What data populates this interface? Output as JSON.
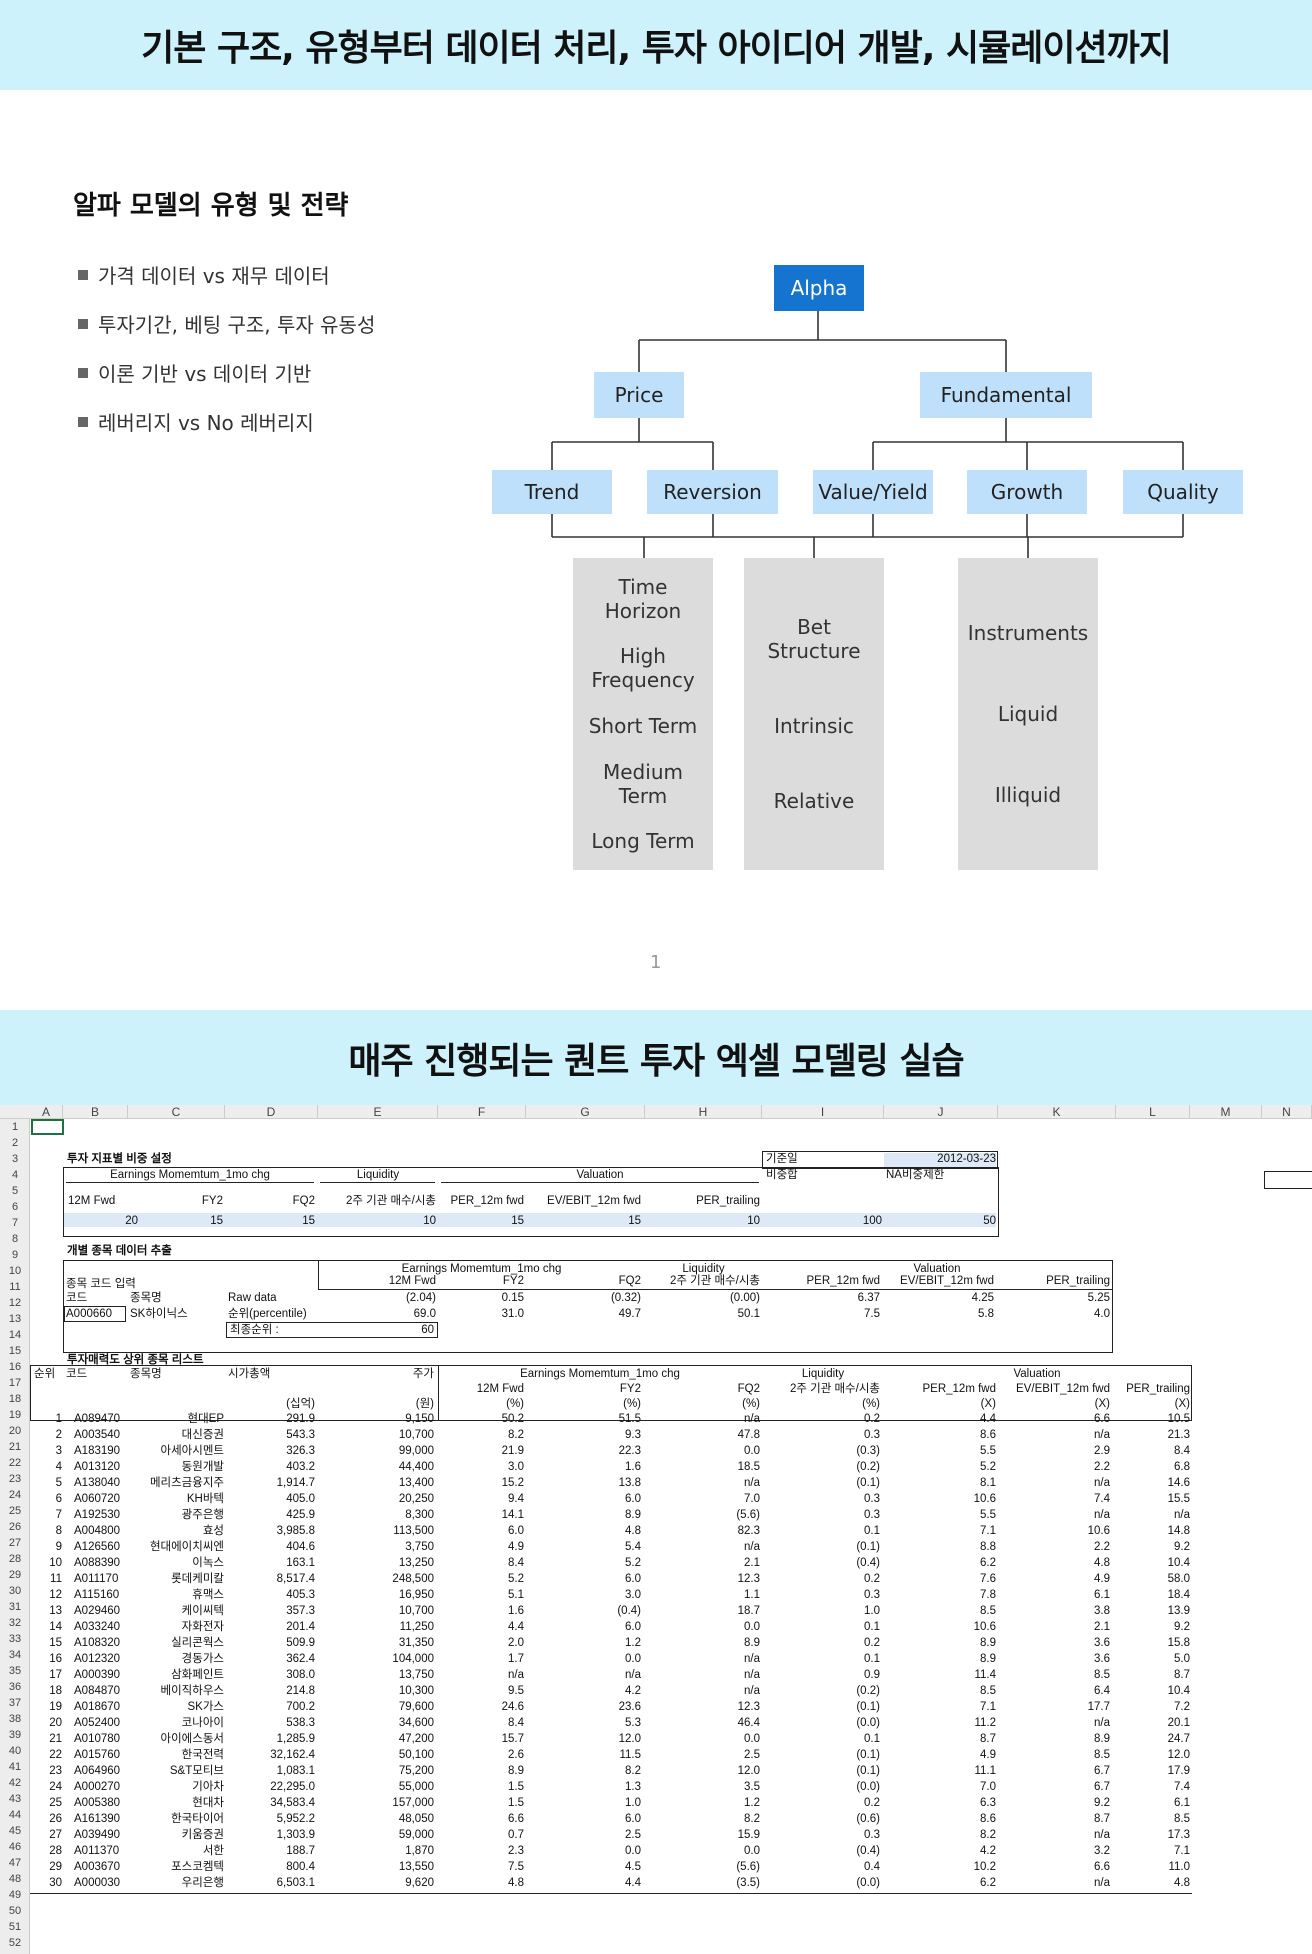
{
  "banner_top": "기본 구조, 유형부터 데이터 처리, 투자 아이디어 개발, 시뮬레이션까지",
  "banner_bottom": "매주 진행되는 퀀트 투자 엑셀 모델링 실습",
  "slide": {
    "title": "알파 모델의 유형 및 전략",
    "bullets": [
      "가격 데이터 vs 재무 데이터",
      "투자기간, 베팅 구조, 투자 유동성",
      "이론 기반 vs 데이터 기반",
      "레버리지  vs No 레버리지"
    ],
    "tree": {
      "root": "Alpha",
      "level1": [
        "Price",
        "Fundamental"
      ],
      "level2": [
        "Trend",
        "Reversion",
        "Value/Yield",
        "Growth",
        "Quality"
      ],
      "box1": [
        "Time Horizon",
        "High Frequency",
        "Short Term",
        "Medium Term",
        "Long Term"
      ],
      "box2": [
        "Bet Structure",
        "Intrinsic",
        "Relative"
      ],
      "box3": [
        "Instruments",
        "Liquid",
        "Illiquid"
      ]
    },
    "page_number": "1"
  },
  "sheet": {
    "columns": [
      "A",
      "B",
      "C",
      "D",
      "E",
      "F",
      "G",
      "H",
      "I",
      "J",
      "K",
      "L",
      "M",
      "N"
    ],
    "weights_title": "투자 지표별 비중 설정",
    "ref_date_label": "기준일",
    "ref_date": "2012-03-23",
    "weight_sum_label": "비중합",
    "na_limit_label": "NA비중제한",
    "groups": {
      "earn": "Earnings Momemtum_1mo chg",
      "liq": "Liquidity",
      "val": "Valuation"
    },
    "metric_names": [
      "12M Fwd",
      "FY2",
      "FQ2",
      "2주 기관 매수/시총",
      "PER_12m fwd",
      "EV/EBIT_12m fwd",
      "PER_trailing"
    ],
    "weights": [
      "20",
      "15",
      "15",
      "10",
      "15",
      "15",
      "10"
    ],
    "weight_sum": "100",
    "na_limit": "50",
    "extract_title": "개별 종목 데이터 추출",
    "code_input_label": "종목 코드 입력",
    "code_label": "코드",
    "name_label": "종목명",
    "code": "A000660",
    "name": "SK하이닉스",
    "raw_label": "Raw data",
    "pct_label": "순위(percentile)",
    "final_label": "최종순위 :",
    "final_rank": "60",
    "raw": [
      "(2.04)",
      "0.15",
      "(0.32)",
      "(0.00)",
      "6.37",
      "4.25",
      "5.25"
    ],
    "pct": [
      "69.0",
      "31.0",
      "49.7",
      "50.1",
      "7.5",
      "5.8",
      "4.0"
    ],
    "list_title": "투자매력도 상위 종목 리스트",
    "list_headers": {
      "rank": "순위",
      "code": "코드",
      "name": "종목명",
      "mcap": "시가총액",
      "price": "주가"
    },
    "units": [
      "(십억)",
      "(원)",
      "(%)",
      "(%)",
      "(%)",
      "(%)",
      "(X)",
      "(X)",
      "(X)"
    ],
    "rows": [
      [
        "1",
        "A089470",
        "현대EP",
        "291.9",
        "9,150",
        "50.2",
        "51.5",
        "n/a",
        "0.2",
        "4.4",
        "6.6",
        "10.5"
      ],
      [
        "2",
        "A003540",
        "대신증권",
        "543.3",
        "10,700",
        "8.2",
        "9.3",
        "47.8",
        "0.3",
        "8.6",
        "n/a",
        "21.3"
      ],
      [
        "3",
        "A183190",
        "아세아시멘트",
        "326.3",
        "99,000",
        "21.9",
        "22.3",
        "0.0",
        "(0.3)",
        "5.5",
        "2.9",
        "8.4"
      ],
      [
        "4",
        "A013120",
        "동원개발",
        "403.2",
        "44,400",
        "3.0",
        "1.6",
        "18.5",
        "(0.2)",
        "5.2",
        "2.2",
        "6.8"
      ],
      [
        "5",
        "A138040",
        "메리츠금융지주",
        "1,914.7",
        "13,400",
        "15.2",
        "13.8",
        "n/a",
        "(0.1)",
        "8.1",
        "n/a",
        "14.6"
      ],
      [
        "6",
        "A060720",
        "KH바텍",
        "405.0",
        "20,250",
        "9.4",
        "6.0",
        "7.0",
        "0.3",
        "10.6",
        "7.4",
        "15.5"
      ],
      [
        "7",
        "A192530",
        "광주은행",
        "425.9",
        "8,300",
        "14.1",
        "8.9",
        "(5.6)",
        "0.3",
        "5.5",
        "n/a",
        "n/a"
      ],
      [
        "8",
        "A004800",
        "효성",
        "3,985.8",
        "113,500",
        "6.0",
        "4.8",
        "82.3",
        "0.1",
        "7.1",
        "10.6",
        "14.8"
      ],
      [
        "9",
        "A126560",
        "현대에이치씨엔",
        "404.6",
        "3,750",
        "4.9",
        "5.4",
        "n/a",
        "(0.1)",
        "8.8",
        "2.2",
        "9.2"
      ],
      [
        "10",
        "A088390",
        "이녹스",
        "163.1",
        "13,250",
        "8.4",
        "5.2",
        "2.1",
        "(0.4)",
        "6.2",
        "4.8",
        "10.4"
      ],
      [
        "11",
        "A011170",
        "롯데케미칼",
        "8,517.4",
        "248,500",
        "5.2",
        "6.0",
        "12.3",
        "0.2",
        "7.6",
        "4.9",
        "58.0"
      ],
      [
        "12",
        "A115160",
        "휴맥스",
        "405.3",
        "16,950",
        "5.1",
        "3.0",
        "1.1",
        "0.3",
        "7.8",
        "6.1",
        "18.4"
      ],
      [
        "13",
        "A029460",
        "케이씨텍",
        "357.3",
        "10,700",
        "1.6",
        "(0.4)",
        "18.7",
        "1.0",
        "8.5",
        "3.8",
        "13.9"
      ],
      [
        "14",
        "A033240",
        "자화전자",
        "201.4",
        "11,250",
        "4.4",
        "6.0",
        "0.0",
        "0.1",
        "10.6",
        "2.1",
        "9.2"
      ],
      [
        "15",
        "A108320",
        "실리콘웍스",
        "509.9",
        "31,350",
        "2.0",
        "1.2",
        "8.9",
        "0.2",
        "8.9",
        "3.6",
        "15.8"
      ],
      [
        "16",
        "A012320",
        "경동가스",
        "362.4",
        "104,000",
        "1.7",
        "0.0",
        "n/a",
        "0.1",
        "8.9",
        "3.6",
        "5.0"
      ],
      [
        "17",
        "A000390",
        "삼화페인트",
        "308.0",
        "13,750",
        "n/a",
        "n/a",
        "n/a",
        "0.9",
        "11.4",
        "8.5",
        "8.7"
      ],
      [
        "18",
        "A084870",
        "베이직하우스",
        "214.8",
        "10,300",
        "9.5",
        "4.2",
        "n/a",
        "(0.2)",
        "8.5",
        "6.4",
        "10.4"
      ],
      [
        "19",
        "A018670",
        "SK가스",
        "700.2",
        "79,600",
        "24.6",
        "23.6",
        "12.3",
        "(0.1)",
        "7.1",
        "17.7",
        "7.2"
      ],
      [
        "20",
        "A052400",
        "코나아이",
        "538.3",
        "34,600",
        "8.4",
        "5.3",
        "46.4",
        "(0.0)",
        "11.2",
        "n/a",
        "20.1"
      ],
      [
        "21",
        "A010780",
        "아이에스동서",
        "1,285.9",
        "47,200",
        "15.7",
        "12.0",
        "0.0",
        "0.1",
        "8.7",
        "8.9",
        "24.7"
      ],
      [
        "22",
        "A015760",
        "한국전력",
        "32,162.4",
        "50,100",
        "2.6",
        "11.5",
        "2.5",
        "(0.1)",
        "4.9",
        "8.5",
        "12.0"
      ],
      [
        "23",
        "A064960",
        "S&T모티브",
        "1,083.1",
        "75,200",
        "8.9",
        "8.2",
        "12.0",
        "(0.1)",
        "11.1",
        "6.7",
        "17.9"
      ],
      [
        "24",
        "A000270",
        "기아차",
        "22,295.0",
        "55,000",
        "1.5",
        "1.3",
        "3.5",
        "(0.0)",
        "7.0",
        "6.7",
        "7.4"
      ],
      [
        "25",
        "A005380",
        "현대차",
        "34,583.4",
        "157,000",
        "1.5",
        "1.0",
        "1.2",
        "0.2",
        "6.3",
        "9.2",
        "6.1"
      ],
      [
        "26",
        "A161390",
        "한국타이어",
        "5,952.2",
        "48,050",
        "6.6",
        "6.0",
        "8.2",
        "(0.6)",
        "8.6",
        "8.7",
        "8.5"
      ],
      [
        "27",
        "A039490",
        "키움증권",
        "1,303.9",
        "59,000",
        "0.7",
        "2.5",
        "15.9",
        "0.3",
        "8.2",
        "n/a",
        "17.3"
      ],
      [
        "28",
        "A011370",
        "서한",
        "188.7",
        "1,870",
        "2.3",
        "0.0",
        "0.0",
        "(0.4)",
        "4.2",
        "3.2",
        "7.1"
      ],
      [
        "29",
        "A003670",
        "포스코켐텍",
        "800.4",
        "13,550",
        "7.5",
        "4.5",
        "(5.6)",
        "0.4",
        "10.2",
        "6.6",
        "11.0"
      ],
      [
        "30",
        "A000030",
        "우리은행",
        "6,503.1",
        "9,620",
        "4.8",
        "4.4",
        "(3.5)",
        "(0.0)",
        "6.2",
        "n/a",
        "4.8"
      ]
    ]
  }
}
